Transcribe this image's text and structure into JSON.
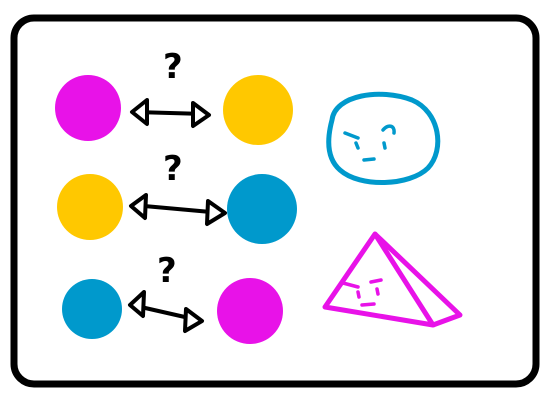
{
  "palette": {
    "magenta": "#e812e8",
    "yellow": "#ffc800",
    "blue": "#0099cc",
    "ink": "#000000",
    "paper": "#ffffff"
  },
  "rows": [
    {
      "left_color": "magenta",
      "right_color": "yellow",
      "question": "?"
    },
    {
      "left_color": "yellow",
      "right_color": "blue",
      "question": "?"
    },
    {
      "left_color": "blue",
      "right_color": "magenta",
      "question": "?"
    }
  ],
  "characters": [
    {
      "shape": "circle-face-icon",
      "color": "blue"
    },
    {
      "shape": "pyramid-face-icon",
      "color": "magenta"
    }
  ]
}
